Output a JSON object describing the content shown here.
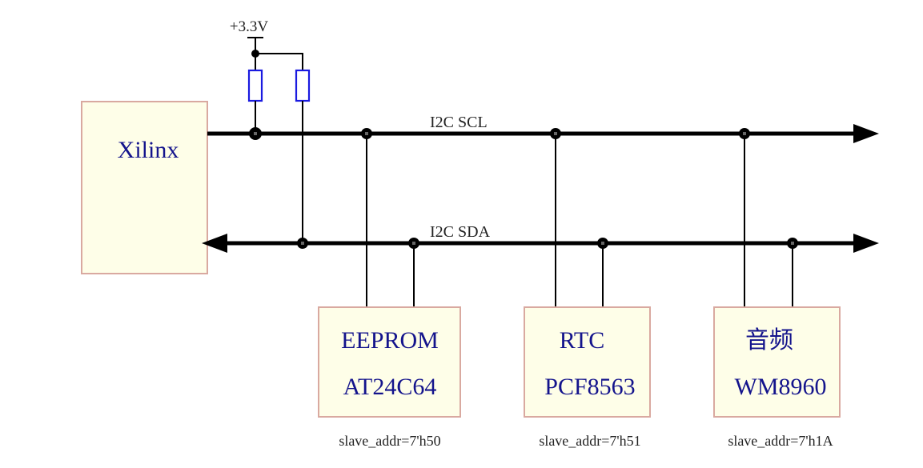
{
  "supply": {
    "label": "+3.3V"
  },
  "master": {
    "label": "Xilinx"
  },
  "buses": {
    "scl": {
      "label": "I2C  SCL"
    },
    "sda": {
      "label": "I2C  SDA"
    }
  },
  "devices": [
    {
      "name": "EEPROM",
      "part": "AT24C64",
      "addr": "slave_addr=7'h50"
    },
    {
      "name": "RTC",
      "part": "PCF8563",
      "addr": "slave_addr=7'h51"
    },
    {
      "name": "音频",
      "part": "WM8960",
      "addr": "slave_addr=7'h1A"
    }
  ],
  "colors": {
    "wire": "#000000",
    "box_fill": "#fefee8",
    "box_border": "#d9a9a0",
    "resistor": "#1a1ae0",
    "label_blue": "#14148c"
  }
}
